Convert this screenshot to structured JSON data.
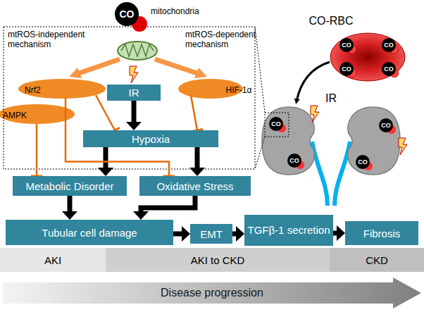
{
  "diagram": {
    "nodes": [
      {
        "text": [
          "mtROS-independent mechanism"
        ]
      },
      {
        "text": [
          "Nrf2"
        ],
        "in": 0
      },
      {
        "text": [
          "AMPK"
        ],
        "in": 0
      },
      {
        "text": [
          "mtROS-dependent mechanism"
        ]
      },
      {
        "text": [
          "HIF-1α"
        ],
        "in": 3
      },
      {
        "text": [
          "IR"
        ]
      },
      {
        "text": [
          "Hypoxia"
        ]
      },
      {
        "text": [
          "Metabolic Disorder"
        ]
      },
      {
        "text": [
          "Oxidative Stress"
        ]
      },
      {
        "text": [
          "Tubular cell damage"
        ]
      },
      {
        "text": [
          "EMT"
        ]
      },
      {
        "text": [
          "TGFβ-1 secretion"
        ]
      },
      {
        "text": [
          "Fibrosis"
        ]
      },
      {
        "text": [
          "AKI"
        ]
      },
      {
        "text": [
          "AKI to CKD"
        ]
      },
      {
        "text": [
          "CKD"
        ]
      },
      {
        "text": [
          "Disease progression"
        ]
      }
    ],
    "edges": [
      {
        "from": 5,
        "to": 6,
        "arrow": "to"
      },
      {
        "from": 6,
        "to": 7,
        "arrow": "to"
      },
      {
        "from": 6,
        "to": 8,
        "arrow": "to"
      },
      {
        "from": 1,
        "to": 6,
        "arrow": "to"
      },
      {
        "from": 4,
        "to": 6,
        "arrow": "to"
      },
      {
        "from": 2,
        "to": 7,
        "arrow": "to"
      },
      {
        "from": 1,
        "to": 8,
        "arrow": "to"
      },
      {
        "from": 7,
        "to": 9,
        "arrow": "to"
      },
      {
        "from": 8,
        "to": 9,
        "arrow": "to"
      },
      {
        "from": 9,
        "to": 10,
        "arrow": "to"
      },
      {
        "from": 10,
        "to": 11,
        "arrow": "to"
      },
      {
        "from": 11,
        "to": 12,
        "arrow": "to"
      }
    ],
    "labels": [
      "CO",
      "mitochondria",
      "CO-RBC",
      "CO",
      "CO",
      "CO",
      "CO",
      "IR",
      "CO",
      "CO",
      "CO",
      "CO"
    ]
  }
}
